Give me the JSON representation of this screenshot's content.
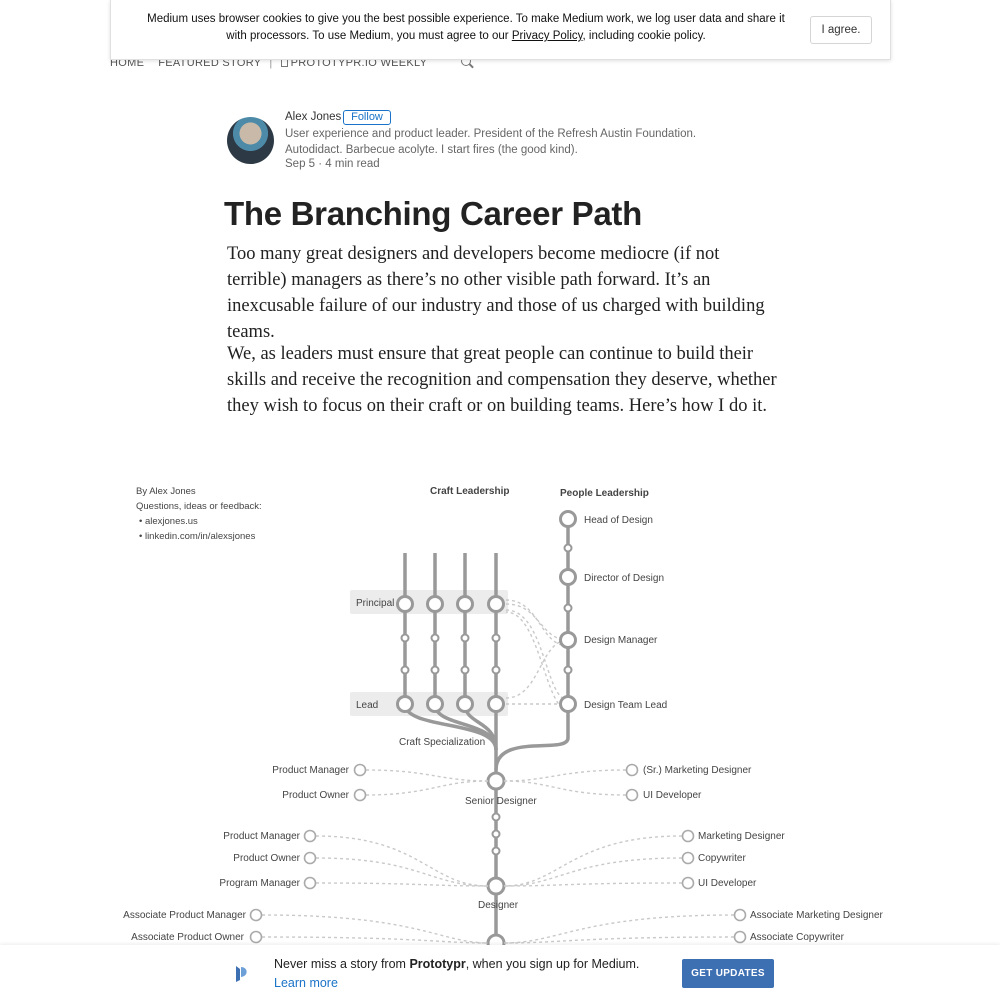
{
  "cookie": {
    "text_1": "Medium uses browser cookies to give you the best possible experience. To make Medium work, we log user data and share it with processors. To use Medium, you must agree to our ",
    "policy_link": "Privacy Policy",
    "text_2": ", including cookie policy.",
    "agree_label": "I agree."
  },
  "nav": {
    "home": "HOME",
    "featured": "FEATURED STORY",
    "separator": "|",
    "weekly": "PROTOTYPR.IO WEEKLY"
  },
  "author": {
    "name": "Alex Jones",
    "follow_label": "Follow",
    "bio": "User experience and product leader. President of the Refresh Austin Foundation. Autodidact. Barbecue acolyte. I start fires (the good kind).",
    "meta": "Sep 5 · 4 min read"
  },
  "article": {
    "title": "The Branching Career Path",
    "p1": "Too many great designers and developers become mediocre (if not terrible) managers as there’s no other visible path forward. It’s an inexcusable failure of our industry and those of us charged with building teams.",
    "p2": "We, as leaders must ensure that great people can continue to build their skills and receive the recognition and compensation they deserve, whether they wish to focus on their craft or on building teams. Here’s how I do it."
  },
  "diagram": {
    "credit_1": "By Alex Jones",
    "credit_2": "Questions, ideas or feedback:",
    "credit_3": "• alexjones.us",
    "credit_4": "• linkedin.com/in/alexsjones",
    "craft_leadership": "Craft Leadership",
    "people_leadership": "People Leadership",
    "head_of_design": "Head of Design",
    "director_of_design": "Director of Design",
    "design_manager": "Design Manager",
    "design_team_lead": "Design Team Lead",
    "principal": "Principal",
    "lead": "Lead",
    "craft_specialization": "Craft Specialization",
    "senior_designer": "Senior Designer",
    "designer": "Designer",
    "left_senior_1": "Product Manager",
    "left_senior_2": "Product Owner",
    "right_senior_1": "(Sr.) Marketing Designer",
    "right_senior_2": "UI Developer",
    "left_mid_1": "Product Manager",
    "left_mid_2": "Product Owner",
    "left_mid_3": "Program Manager",
    "right_mid_1": "Marketing Designer",
    "right_mid_2": "Copywriter",
    "right_mid_3": "UI Developer",
    "left_assoc_1": "Associate Product Manager",
    "left_assoc_2": "Associate Product Owner",
    "right_assoc_1": "Associate Marketing Designer",
    "right_assoc_2": "Associate Copywriter"
  },
  "footer": {
    "text_1": "Never miss a story from ",
    "publication": "Prototypr",
    "text_2": ", when you sign up for Medium.",
    "learn_more": "Learn more",
    "button": "GET UPDATES"
  }
}
